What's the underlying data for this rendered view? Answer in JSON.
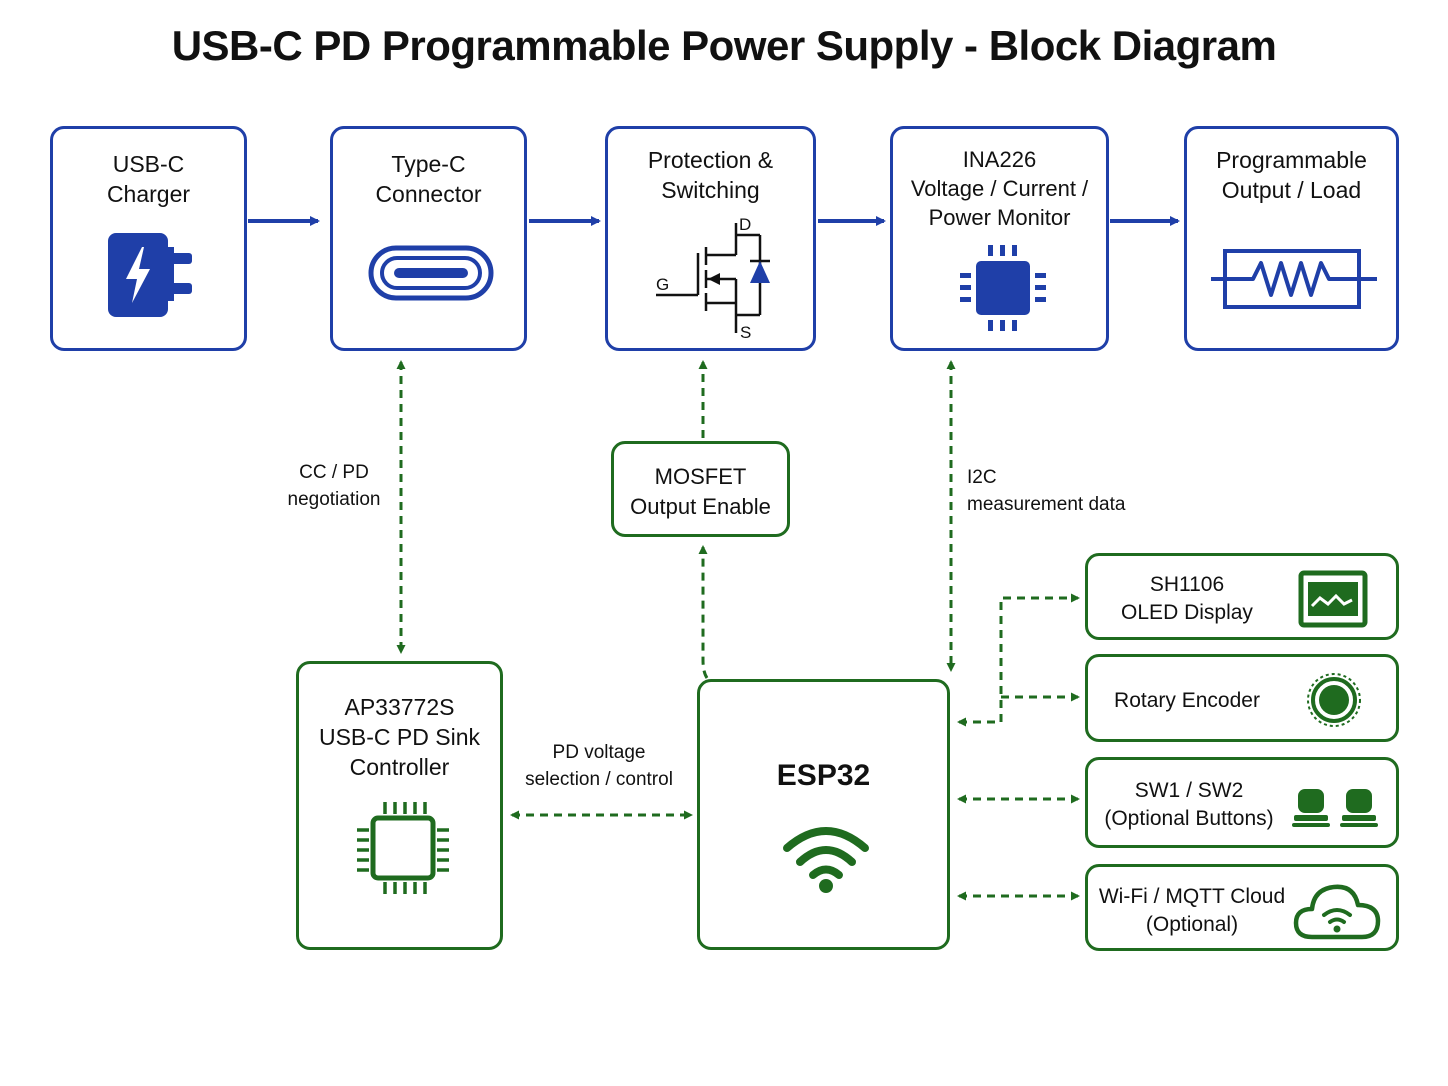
{
  "title": "USB-C PD Programmable Power Supply - Block Diagram",
  "colors": {
    "power_path": "#1f3fa8",
    "control_path": "#1f6b1f",
    "text": "#111111"
  },
  "blocks": {
    "charger": {
      "lines": [
        "USB-C",
        "Charger"
      ],
      "icon": "charger-icon"
    },
    "connector": {
      "lines": [
        "Type-C",
        "Connector"
      ],
      "icon": "usb-c-port-icon"
    },
    "protection": {
      "lines": [
        "Protection &",
        "Switching"
      ],
      "icon": "mosfet-symbol-icon",
      "pins": {
        "d": "D",
        "g": "G",
        "s": "S"
      }
    },
    "ina226": {
      "lines": [
        "INA226",
        "Voltage / Current /",
        "Power Monitor"
      ],
      "icon": "chip-icon"
    },
    "output": {
      "lines": [
        "Programmable",
        "Output / Load"
      ],
      "icon": "resistor-icon"
    },
    "mosfet_enable": {
      "lines": [
        "MOSFET",
        "Output Enable"
      ]
    },
    "ap33772s": {
      "lines": [
        "AP33772S",
        "USB-C PD Sink",
        "Controller"
      ],
      "icon": "chip-icon"
    },
    "esp32": {
      "label": "ESP32",
      "icon": "wifi-icon"
    }
  },
  "peripherals": [
    {
      "id": "oled",
      "lines": [
        "SH1106",
        "OLED Display"
      ],
      "icon": "oled-display-icon"
    },
    {
      "id": "encoder",
      "lines": [
        "Rotary Encoder"
      ],
      "icon": "rotary-knob-icon"
    },
    {
      "id": "buttons",
      "lines": [
        "SW1 / SW2",
        "(Optional Buttons)"
      ],
      "icon": "push-buttons-icon"
    },
    {
      "id": "cloud",
      "lines": [
        "Wi-Fi / MQTT Cloud",
        "(Optional)"
      ],
      "icon": "cloud-wifi-icon"
    }
  ],
  "labels": {
    "cc_pd": [
      "CC / PD",
      "negotiation"
    ],
    "i2c": [
      "I2C",
      "measurement data"
    ],
    "pd_voltage": [
      "PD voltage",
      "selection / control"
    ]
  }
}
